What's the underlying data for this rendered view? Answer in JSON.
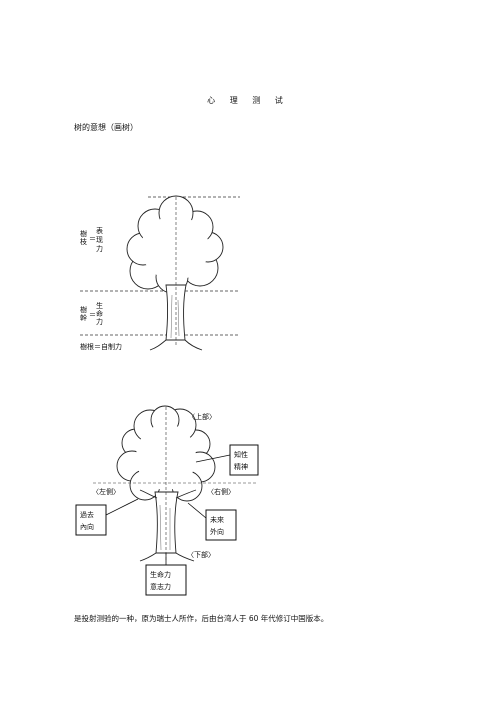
{
  "document": {
    "title": "心 理 测 试",
    "subtitle": "树的意想（画树）",
    "footer": "是投射测验的一种，原为瑞士人所作，后由台湾人于 60 年代修订中国版本。"
  },
  "diagram1": {
    "crown_label": "樹枝",
    "crown_meaning": [
      "表",
      "现",
      "力"
    ],
    "trunk_label": "樹幹",
    "trunk_meaning": [
      "生",
      "命",
      "力"
    ],
    "root_text": "樹根＝自制力",
    "equals": "＝"
  },
  "diagram2": {
    "top": "〈上部〉",
    "left": "〈左側〉",
    "right": "〈右側〉",
    "bottom": "〈下部〉",
    "box_intellect": [
      "知性",
      "精神"
    ],
    "box_past": [
      "過去",
      "內向"
    ],
    "box_future": [
      "未來",
      "外向"
    ],
    "box_life": [
      "生命力",
      "意志力"
    ]
  }
}
